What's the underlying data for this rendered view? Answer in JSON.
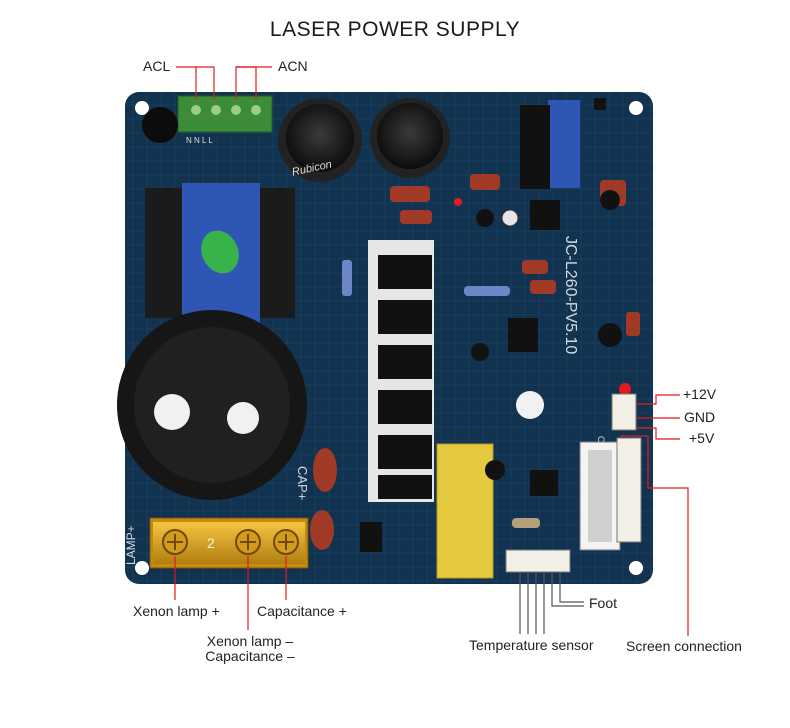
{
  "title": "LASER POWER SUPPLY",
  "labels": {
    "acl": "ACL",
    "acn": "ACN",
    "plus12v": "+12V",
    "gnd": "GND",
    "plus5v": "+5V",
    "xenon_plus": "Xenon lamp +",
    "capacitance_plus": "Capacitance +",
    "xenon_minus": "Xenon lamp –",
    "capacitance_minus": "Capacitance –",
    "foot": "Foot",
    "temperature_sensor": "Temperature sensor",
    "screen_connection": "Screen connection"
  },
  "board": {
    "model": "JC-L260-PV5.10",
    "terminal_number": "2",
    "cap_text": "CAP+",
    "lamp_text": "LAMP+",
    "cap_brand": "Rubicon",
    "out_label": "OUT",
    "ac_pins": "N  N  L  L"
  },
  "colors": {
    "board": "#12334f",
    "leader_red": "#e21b1b"
  }
}
